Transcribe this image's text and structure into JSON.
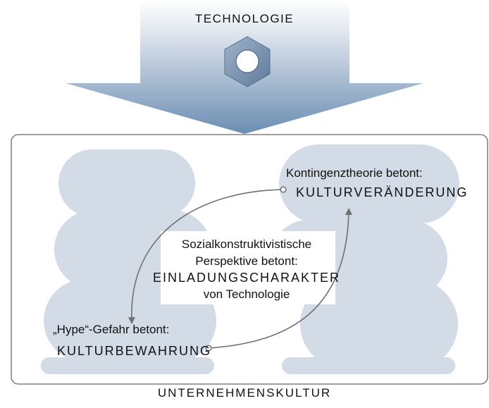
{
  "diagram": {
    "top_label": "TECHNOLOGIE",
    "bottom_label": "UNTERNEHMENSKULTUR",
    "right_node": {
      "title": "Kontingenztheorie betont:",
      "value": "KULTURVERÄNDERUNG"
    },
    "center_node": {
      "line1": "Sozialkonstruktivistische",
      "line2": "Perspektive betont:",
      "line3": "EINLADUNGSCHARAKTER",
      "line4": "von Technologie"
    },
    "left_node": {
      "title": "„Hype“-Gefahr betont:",
      "value": "KULTURBEWAHRUNG"
    },
    "icon": "hex-nut-icon",
    "colors": {
      "arrow_top": "#dde3ec",
      "arrow_bottom": "#6d8fb3",
      "blob": "#d3dbe6",
      "nut": "#7d96b5",
      "frame": "#666666",
      "connector": "#707070"
    }
  }
}
